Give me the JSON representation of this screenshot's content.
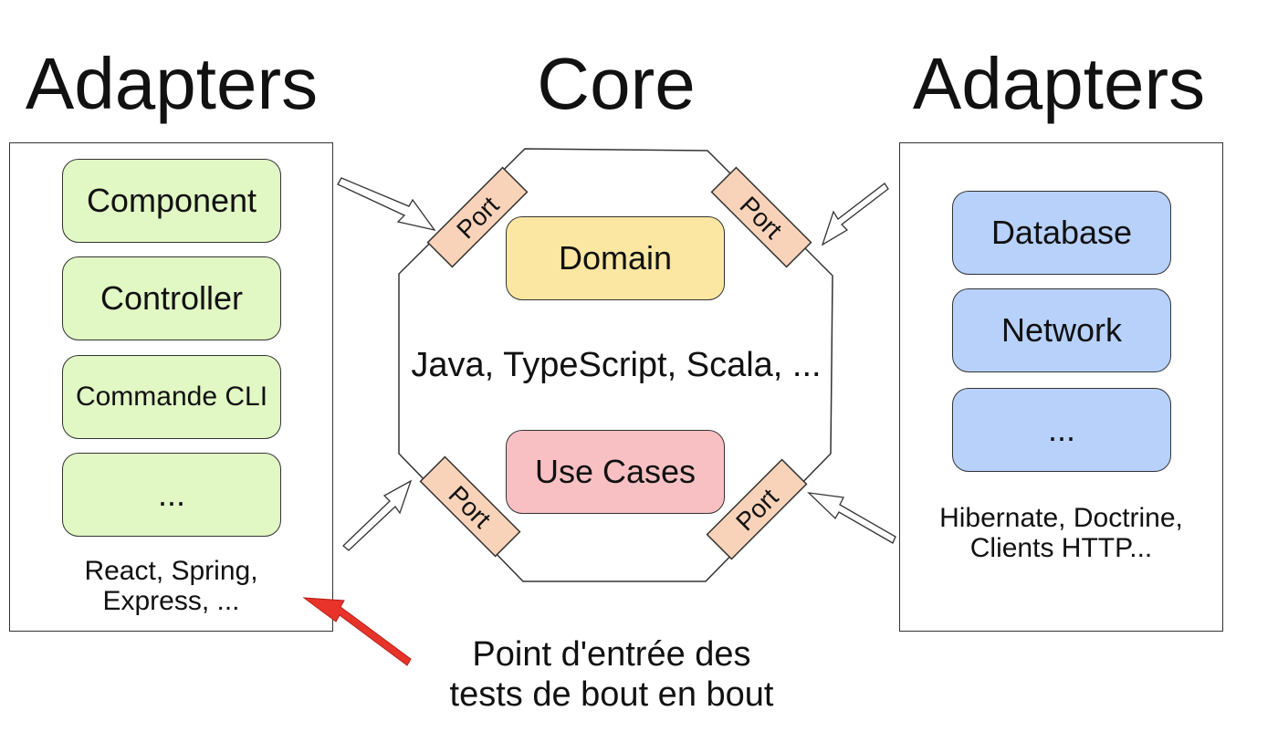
{
  "headings": {
    "left": "Adapters",
    "core": "Core",
    "right": "Adapters"
  },
  "left_adapters": {
    "items": [
      "Component",
      "Controller",
      "Commande CLI",
      "..."
    ],
    "note_lines": [
      "React, Spring,",
      "Express, ..."
    ]
  },
  "core": {
    "domain": "Domain",
    "use_cases": "Use Cases",
    "languages": "Java, TypeScript, Scala, ...",
    "ports": [
      "Port",
      "Port",
      "Port",
      "Port"
    ]
  },
  "right_adapters": {
    "items": [
      "Database",
      "Network",
      "..."
    ],
    "note_lines": [
      "Hibernate, Doctrine,",
      "Clients HTTP..."
    ]
  },
  "footer": {
    "lines": [
      "Point d'entrée des",
      "tests de bout en bout"
    ]
  },
  "colors": {
    "adapter_left": "#e1f7c4",
    "adapter_right": "#b7d1fb",
    "domain": "#fbe7a1",
    "use_cases": "#f9c0c3",
    "port": "#f9d3b9",
    "highlight_arrow": "#e8332a"
  }
}
